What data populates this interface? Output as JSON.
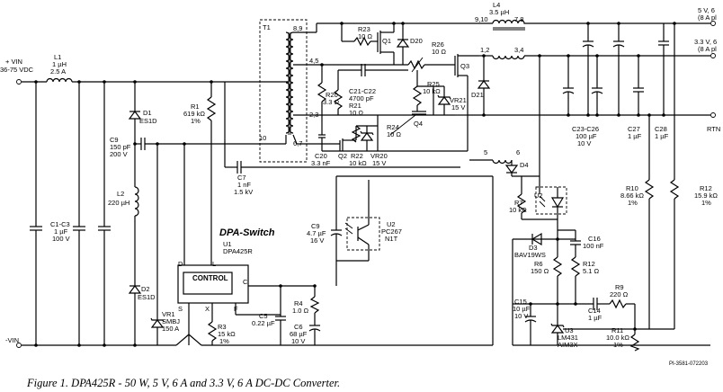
{
  "figure": {
    "caption": "Figure 1. DPA425R - 50 W, 5 V, 6 A and 3.3 V, 6 A DC-DC Converter.",
    "ref_code": "PI-3581-072203",
    "brand": "DPA-Switch"
  },
  "terminals": {
    "vin_pos": "+ VIN",
    "vin_range": "36-75 VDC",
    "vin_neg": "-VIN",
    "out_5v_a": "5 V, 6",
    "out_5v_b": "(8 A pl",
    "out_3v3_a": "3.3 V, 6",
    "out_3v3_b": "(8 A pl",
    "rtn": "RTN"
  },
  "components": {
    "L1": [
      "L1",
      "1 µH",
      "2.5 A"
    ],
    "D1": [
      "D1",
      "ES1D"
    ],
    "C9": [
      "C9",
      "150 pF",
      "200 V"
    ],
    "R1": [
      "R1",
      "619 kΩ",
      "1%"
    ],
    "L2": [
      "L2",
      "220 µH"
    ],
    "C1C3": [
      "C1-C3",
      "1 µF",
      "100 V"
    ],
    "D2": [
      "D2",
      "ES1D"
    ],
    "VR1": [
      "VR1",
      "SMBJ",
      "150 A"
    ],
    "U1": [
      "U1",
      "DPA425R"
    ],
    "R3": [
      "R3",
      "15 kΩ",
      "1%"
    ],
    "C5": [
      "C5",
      "0.22 µF"
    ],
    "R4": [
      "R4",
      "1.0 Ω"
    ],
    "C6": [
      "C6",
      "68 µF",
      "10 V"
    ],
    "C9b": [
      "C9",
      "4.7 µF",
      "16 V"
    ],
    "U2": [
      "U2",
      "PC267",
      "N1T"
    ],
    "C7": [
      "C7",
      "1 nF",
      "1.5 kV"
    ],
    "T1": [
      "T1"
    ],
    "R23": [
      "R23",
      "10 Ω"
    ],
    "Q1": [
      "Q1"
    ],
    "D20": [
      "D20"
    ],
    "R26": [
      "R26",
      "10 Ω"
    ],
    "Q3": [
      "Q3"
    ],
    "R20": [
      "R20",
      "3.3 Ω"
    ],
    "C21C22": [
      "C21-C22",
      "4700 pF"
    ],
    "R21": [
      "R21",
      "10 Ω"
    ],
    "R25": [
      "R25",
      "10 kΩ"
    ],
    "VR21": [
      "VR21",
      "15 V"
    ],
    "R24": [
      "R24",
      "10 Ω"
    ],
    "Q4": [
      "Q4"
    ],
    "C20": [
      "C20",
      "3.3 nF"
    ],
    "Q2": [
      "Q2"
    ],
    "R22": [
      "R22",
      "10 kΩ"
    ],
    "VR20": [
      "VR20",
      "15 V"
    ],
    "L4": [
      "L4",
      "3.5 µH"
    ],
    "D21": [
      "D21"
    ],
    "D4": [
      "D4"
    ],
    "C23C26": [
      "C23-C26",
      "100 µF",
      "10 V"
    ],
    "C27": [
      "C27",
      "1 µF"
    ],
    "C28": [
      "C28",
      "1 µF"
    ],
    "R10": [
      "R10",
      "8.66 kΩ",
      "1%"
    ],
    "R12a": [
      "R12",
      "15.9 kΩ",
      "1%"
    ],
    "R7": [
      "R7",
      "10 kΩ"
    ],
    "U2b": [
      "U2"
    ],
    "D3": [
      "D3",
      "BAV19WS"
    ],
    "C16": [
      "C16",
      "100 nF"
    ],
    "R6": [
      "R6",
      "150 Ω"
    ],
    "R12b": [
      "R12",
      "5.1 Ω"
    ],
    "R9": [
      "R9",
      "220 Ω"
    ],
    "C15": [
      "C15",
      "10 µF",
      "10 V"
    ],
    "C14": [
      "C14",
      "1 µF"
    ],
    "U3": [
      "U3",
      "LM431",
      "AIM3X"
    ],
    "R11": [
      "R11",
      "10.0 kΩ",
      "1%"
    ]
  },
  "pins": {
    "ctrl": "CONTROL",
    "D": "D",
    "L": "L",
    "C": "C",
    "S": "S",
    "X": "X",
    "F": "F",
    "t_89": "8,9",
    "t_45": "4,5",
    "t_23": "2,3",
    "t_10": "10",
    "t_67": "6,7",
    "l4_910": "9,10",
    "l4_78": "7,8",
    "n_12": "1,2",
    "n_34": "3,4",
    "n_5": "5",
    "n_6": "6"
  }
}
